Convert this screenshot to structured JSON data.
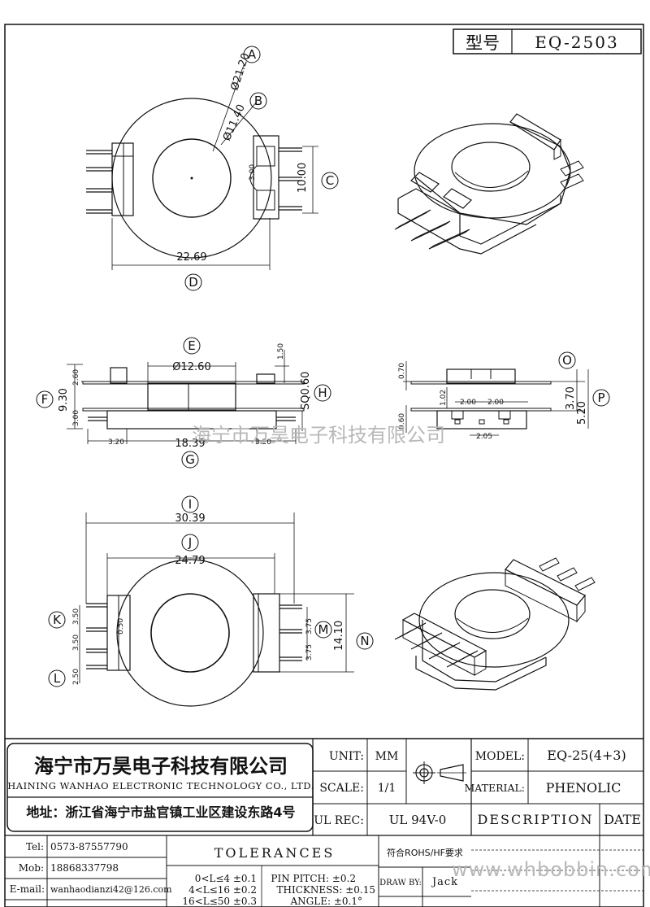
{
  "header": {
    "model_label": "型号",
    "model_value": "EQ-2503"
  },
  "views": {
    "top": {
      "callouts": [
        "A",
        "B",
        "C",
        "D"
      ],
      "dims": {
        "outer_dia": "Ø21.20",
        "inner_dia": "Ø11.40",
        "height": "10.00",
        "width": "22.69",
        "tab": "3.00"
      }
    },
    "side": {
      "callouts": [
        "E",
        "F",
        "G",
        "H"
      ],
      "dims": {
        "core_dia": "Ø12.60",
        "h_total": "9.30",
        "h_top": "2.60",
        "h_bottom": "3.00",
        "flange": "1.50",
        "pin": "SQ0.60",
        "left": "3.20",
        "mid": "18.39",
        "right": "3.20"
      }
    },
    "end": {
      "callouts": [
        "O",
        "P"
      ],
      "dims": {
        "h1": "3.70",
        "h2": "5.20",
        "top": "0.70",
        "slot": "1.02",
        "gap1": "2.00",
        "gap2": "2.00",
        "base": "0.60",
        "pitch": "2.05"
      }
    },
    "bottom": {
      "callouts": [
        "I",
        "J",
        "K",
        "L",
        "M",
        "N"
      ],
      "dims": {
        "overall": "30.39",
        "body": "24.79",
        "height": "14.10",
        "left_pitch": "3.50",
        "left_pitch2": "3.50",
        "left_bottom": "2.50",
        "left_gap": "0.50",
        "right_pitch": "3.75",
        "right_pitch2": "3.75"
      }
    }
  },
  "watermark_center": "海宁市万昊电子科技有限公司",
  "watermark_site": "www.whbobbin.com",
  "title_block": {
    "company_cn": "海宁市万昊电子科技有限公司",
    "company_en": "HAINING WANHAO ELECTRONIC TECHNOLOGY CO., LTD.",
    "address": "地址：浙江省海宁市盐官镇工业区建设东路4号",
    "unit_label": "UNIT:",
    "unit_value": "MM",
    "scale_label": "SCALE:",
    "scale_value": "1/1",
    "ul_label": "UL REC:",
    "ul_value": "UL 94V-0",
    "model_label": "MODEL:",
    "model_value": "EQ-25(4+3)",
    "material_label": "MATERIAL:",
    "material_value": "PHENOLIC",
    "description_label": "DESCRIPTION",
    "date_label": "DATE",
    "tel_label": "Tel:",
    "tel_value": "0573-87557790",
    "mob_label": "Mob:",
    "mob_value": "18868337798",
    "email_label": "E-mail:",
    "email_value": "wanhaodianzi42@126.com",
    "tolerances_label": "TOLERANCES",
    "tol_1": "0<L≤4  ±0.1",
    "tol_2": "4<L≤16  ±0.2",
    "tol_3": "16<L≤50  ±0.3",
    "pin_pitch": "PIN PITCH: ±0.2",
    "thickness": "THICKNESS: ±0.15",
    "angle": "ANGLE: ±0.1°",
    "rohs": "符合ROHS/HF要求",
    "draw_label": "DRAW BY:",
    "draw_value": "Jack"
  }
}
